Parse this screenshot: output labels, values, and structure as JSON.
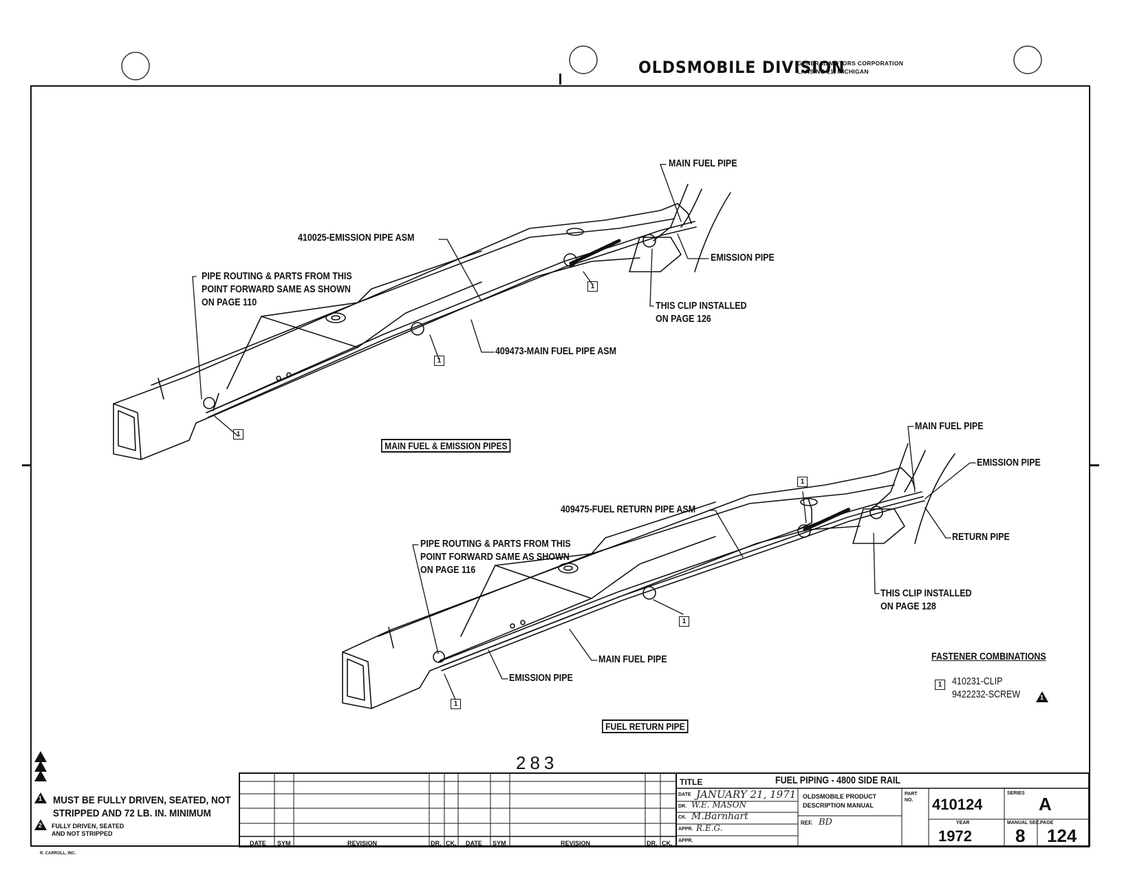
{
  "header": {
    "division": "OLDSMOBILE DIVISION",
    "corporation": "GENERAL MOTORS CORPORATION",
    "location": "LANSING 21, MICHIGAN"
  },
  "top_view": {
    "caption": "MAIN FUEL & EMISSION PIPES",
    "labels": {
      "main_fuel_pipe": "MAIN FUEL PIPE",
      "emission_pipe_asm": "410025-EMISSION PIPE ASM",
      "emission_pipe": "EMISSION PIPE",
      "routing_line1": "PIPE ROUTING & PARTS FROM THIS",
      "routing_line2": "POINT FORWARD SAME AS SHOWN",
      "routing_line3": "ON PAGE 110",
      "clip_line1": "THIS CLIP INSTALLED",
      "clip_line2": "ON PAGE 126",
      "main_fuel_pipe_asm": "409473-MAIN FUEL PIPE ASM"
    }
  },
  "bottom_view": {
    "caption": "FUEL RETURN PIPE",
    "labels": {
      "main_fuel_pipe_top": "MAIN FUEL PIPE",
      "emission_pipe_top": "EMISSION PIPE",
      "return_pipe_asm": "409475-FUEL RETURN PIPE ASM",
      "return_pipe": "RETURN PIPE",
      "routing_line1": "PIPE ROUTING & PARTS FROM THIS",
      "routing_line2": "POINT FORWARD SAME AS SHOWN",
      "routing_line3": "ON PAGE 116",
      "clip_line1": "THIS CLIP INSTALLED",
      "clip_line2": "ON PAGE 128",
      "main_fuel_pipe": "MAIN FUEL PIPE",
      "emission_pipe": "EMISSION PIPE"
    }
  },
  "callout_number": "1",
  "fasteners": {
    "title": "FASTENER COMBINATIONS",
    "item_number": "1",
    "line1": "410231-CLIP",
    "line2": "9422232-SCREW",
    "screw_note": "1"
  },
  "notes": {
    "note1_number": "1",
    "note1_line1": "MUST BE FULLY DRIVEN, SEATED, NOT",
    "note1_line2": "STRIPPED AND 72 LB. IN. MINIMUM",
    "note2_number": "2",
    "note2_line1": "FULLY DRIVEN, SEATED",
    "note2_line2": "AND NOT STRIPPED",
    "printer": "R. CARROLL, INC."
  },
  "sheet_number": "283",
  "revision_block": {
    "col_date": "DATE",
    "col_sym": "SYM",
    "col_revision": "REVISION",
    "col_dr": "DR.",
    "col_ck": "CK."
  },
  "title_block": {
    "title_label": "TITLE",
    "title": "FUEL PIPING - 4800 SIDE RAIL",
    "date_label": "DATE",
    "date": "JANUARY 21, 1971",
    "dr_label": "DR.",
    "dr": "W.E. MASON",
    "ck_label": "CK.",
    "ck": "M.Barnhart",
    "appr_label": "APPR.",
    "appr": "R.E.G.",
    "appr2_label": "APPR.",
    "manual_line1": "OLDSMOBILE PRODUCT",
    "manual_line2": "DESCRIPTION MANUAL",
    "ref_label": "REF.",
    "ref": "BD",
    "part_label1": "PART",
    "part_label2": "NO.",
    "part_no": "410124",
    "series_label": "SERIES",
    "series": "A",
    "year_label": "YEAR",
    "year": "1972",
    "manual_sec_label": "MANUAL SEC.",
    "manual_sec": "8",
    "page_label": "PAGE",
    "page": "124"
  }
}
